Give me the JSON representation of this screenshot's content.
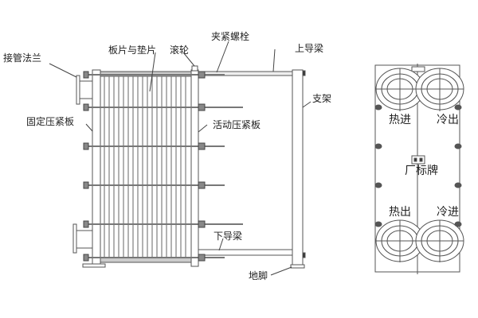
{
  "diagram": {
    "type": "plate-heat-exchanger",
    "side_view": {
      "labels": {
        "pipe_flange": "接管法兰",
        "plates_gaskets": "板片与垫片",
        "roller": "滚轮",
        "clamping_bolt": "夹紧螺栓",
        "upper_guide_beam": "上导梁",
        "support": "支架",
        "fixed_pressure_plate": "固定压紧板",
        "movable_pressure_plate": "活动压紧板",
        "lower_guide_beam": "下导梁",
        "foot": "地脚"
      }
    },
    "front_view": {
      "labels": {
        "hot_in": "热进",
        "cold_out": "冷出",
        "nameplate": "厂标牌",
        "hot_out": "热出",
        "cold_in": "冷进"
      }
    },
    "colors": {
      "line": "#555555",
      "fill": "#d8d8d8",
      "text": "#222222"
    }
  }
}
